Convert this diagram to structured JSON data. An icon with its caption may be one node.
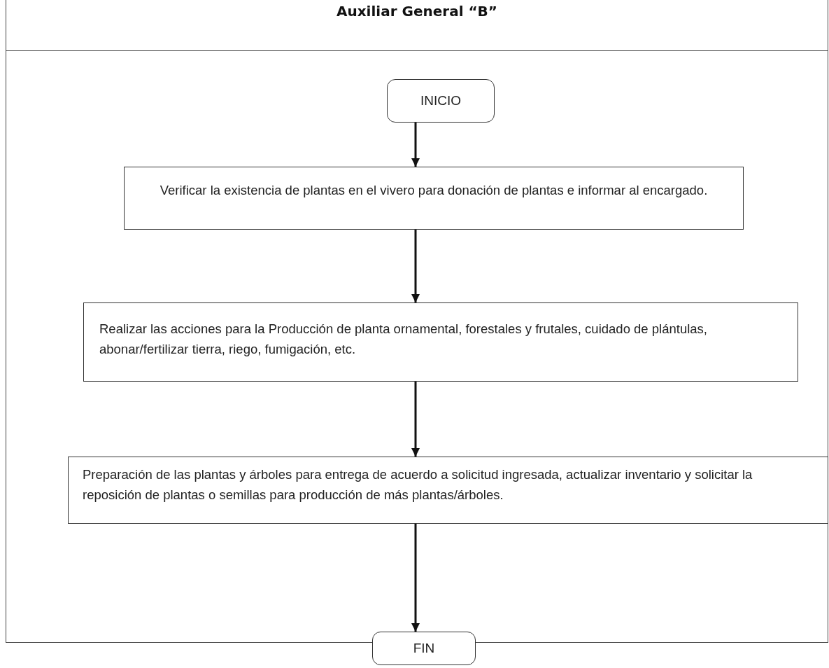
{
  "diagram": {
    "nodes": [
      {
        "text": [
          "Auxiliar General “B”"
        ]
      },
      {
        "text": [
          "INICIO"
        ],
        "in": 0
      },
      {
        "text": [
          "Verificar la existencia de plantas en el vivero para donación de plantas e informar al encargado."
        ],
        "in": 0
      },
      {
        "text": [
          "Realizar las acciones para la Producción de planta ornamental, forestales y frutales, cuidado de plántulas, abonar/fertilizar tierra, riego, fumigación, etc."
        ],
        "in": 0
      },
      {
        "text": [
          "Preparación de las plantas y árboles para entrega de acuerdo a solicitud ingresada, actualizar inventario y solicitar la reposición de plantas o semillas para producción de más plantas/árboles."
        ],
        "in": 0
      },
      {
        "text": [
          "FIN"
        ]
      }
    ],
    "edges": [
      {
        "from": 1,
        "to": 2,
        "arrow": "to"
      },
      {
        "from": 2,
        "to": 3,
        "arrow": "to"
      },
      {
        "from": 3,
        "to": 4,
        "arrow": "to"
      },
      {
        "from": 4,
        "to": 5,
        "arrow": "to"
      }
    ]
  }
}
